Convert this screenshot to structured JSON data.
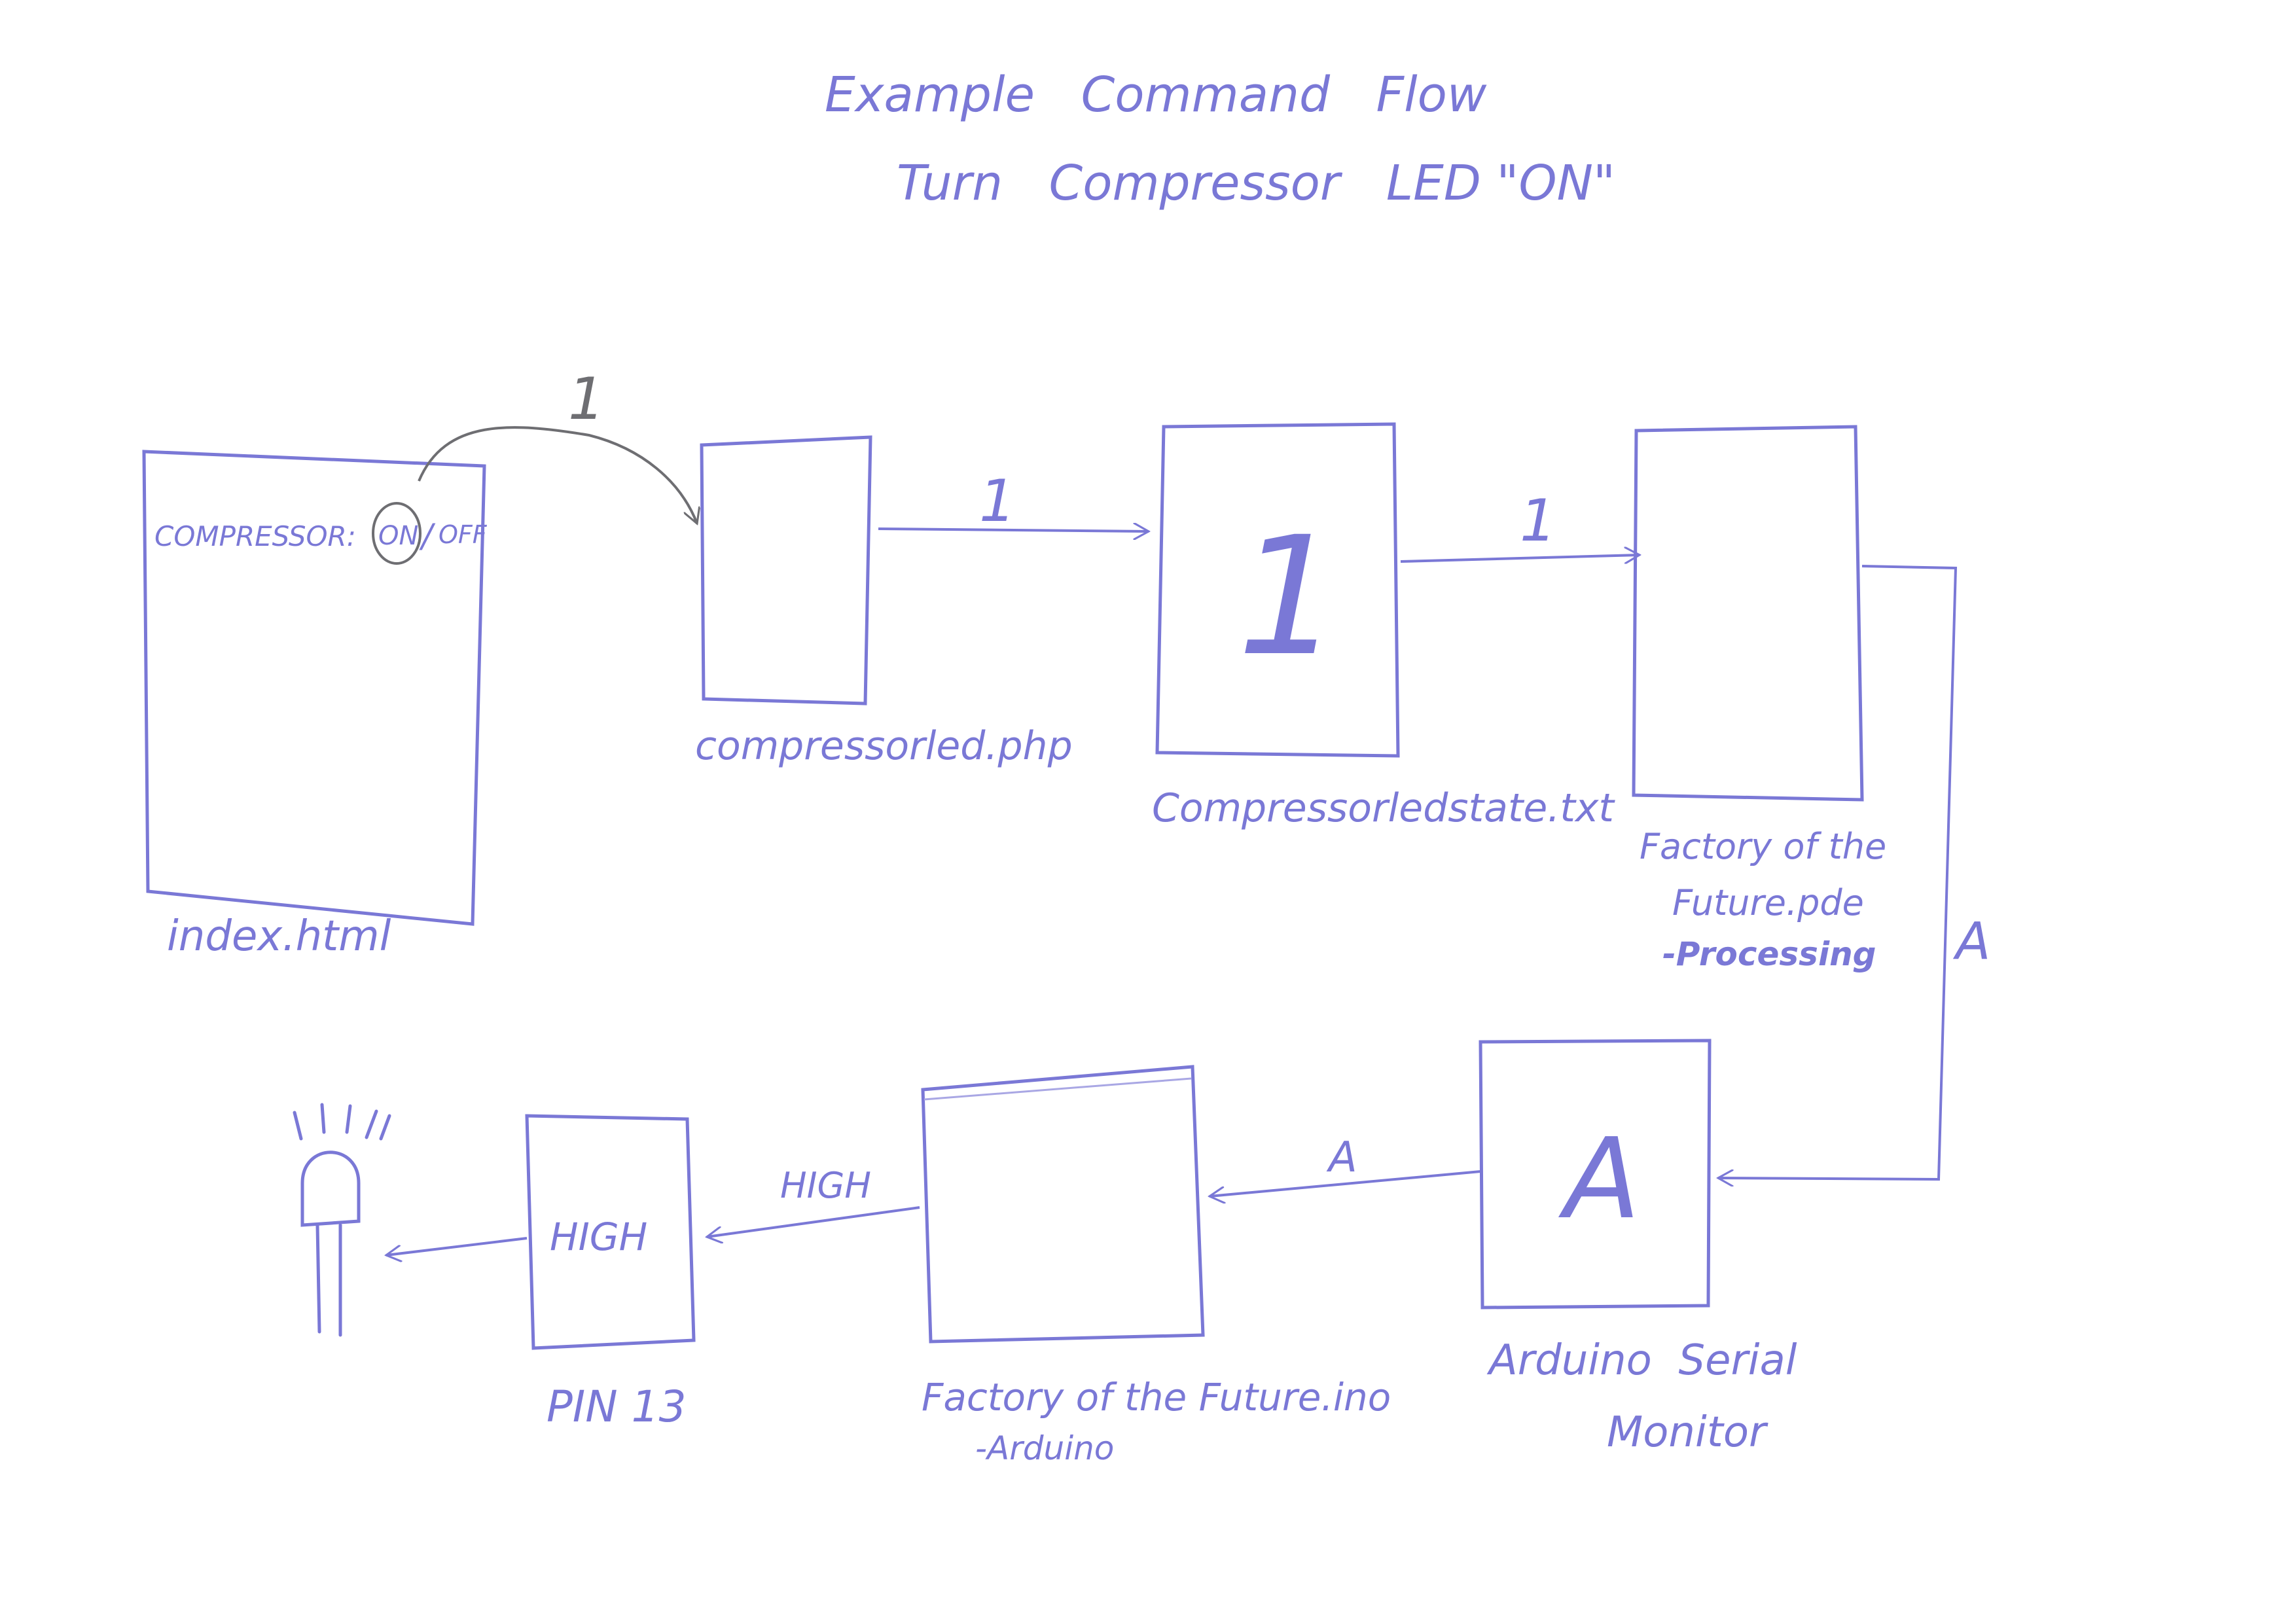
{
  "title": {
    "line1": "Example   Command   Flow",
    "line2": "Turn   Compressor   LED \"ON\""
  },
  "nodes": {
    "index_html": {
      "label": "index.html",
      "ui_label": "COMPRESSOR:",
      "on_label": "ON",
      "separator": "/",
      "off_label": "OFF"
    },
    "php": {
      "label": "compressorled.php"
    },
    "txt": {
      "label": "Compressorledstate.txt",
      "content": "1"
    },
    "pde": {
      "label_line1": "Factory of the",
      "label_line2": "Future.pde",
      "label_line3": "-Processing"
    },
    "serial": {
      "label_line1": "Arduino  Serial",
      "label_line2": "Monitor",
      "content": "A"
    },
    "ino": {
      "label_line1": "Factory of the Future.ino",
      "label_line2": "-Arduino"
    },
    "pin": {
      "label": "PIN 13",
      "content": "HIGH"
    }
  },
  "arrows": {
    "index_to_php": "1",
    "php_to_txt": "1",
    "txt_to_pde": "1",
    "pde_to_serial": "A",
    "serial_to_ino": "A",
    "ino_to_pin": "HIGH"
  },
  "colors": {
    "ink": "#7a78d6",
    "pencil": "#6e6e72",
    "paper": "#ffffff"
  },
  "icons": {
    "output": "led-icon"
  }
}
